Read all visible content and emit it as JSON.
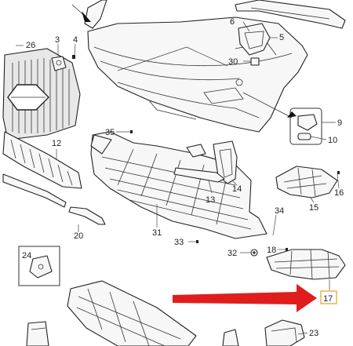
{
  "diagram": {
    "callouts": [
      {
        "id": "c26",
        "label": "26"
      },
      {
        "id": "c3",
        "label": "3"
      },
      {
        "id": "c4",
        "label": "4"
      },
      {
        "id": "c6",
        "label": "6"
      },
      {
        "id": "c5",
        "label": "5"
      },
      {
        "id": "c30",
        "label": "30"
      },
      {
        "id": "c9",
        "label": "9"
      },
      {
        "id": "c10",
        "label": "10"
      },
      {
        "id": "c12",
        "label": "12"
      },
      {
        "id": "c35",
        "label": "35"
      },
      {
        "id": "c13",
        "label": "13"
      },
      {
        "id": "c14",
        "label": "14"
      },
      {
        "id": "c16",
        "label": "16"
      },
      {
        "id": "c15",
        "label": "15"
      },
      {
        "id": "c34",
        "label": "34"
      },
      {
        "id": "c20",
        "label": "20"
      },
      {
        "id": "c31",
        "label": "31"
      },
      {
        "id": "c33",
        "label": "33"
      },
      {
        "id": "c32",
        "label": "32"
      },
      {
        "id": "c18",
        "label": "18"
      },
      {
        "id": "c24",
        "label": "24"
      },
      {
        "id": "c17",
        "label": "17"
      },
      {
        "id": "c23",
        "label": "23"
      }
    ],
    "highlight_color": "#e01d1d",
    "highlighted_part": "17"
  }
}
